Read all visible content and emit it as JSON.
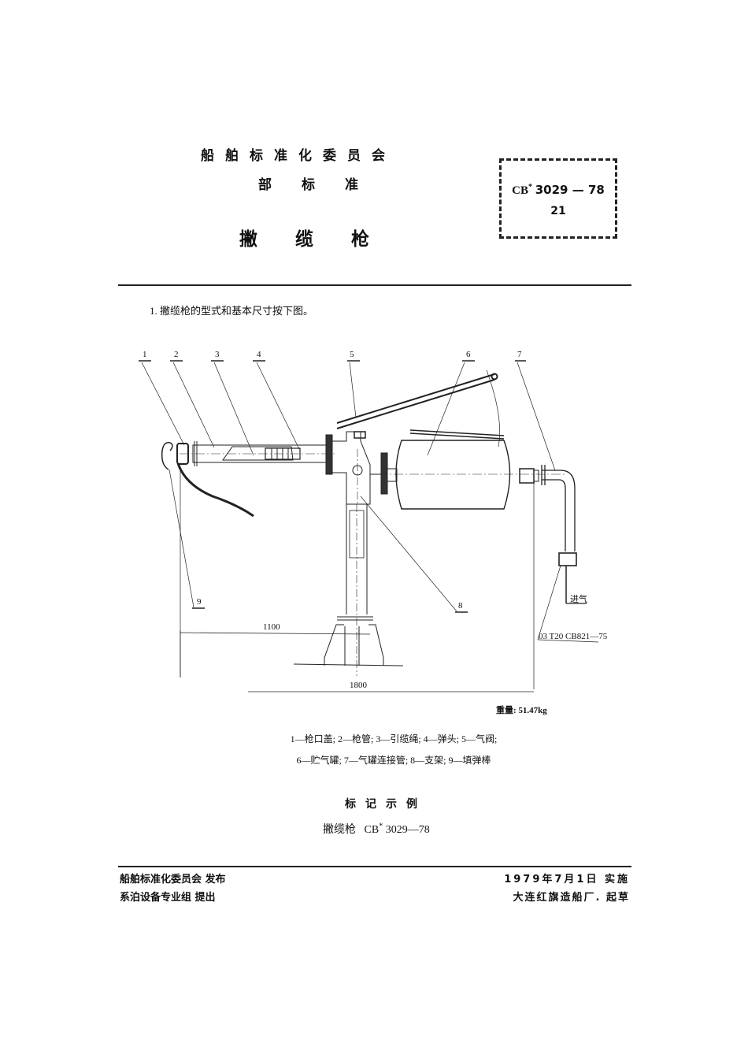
{
  "header": {
    "organization": "船舶标准化委员会",
    "standard_level": "部标准",
    "title": "撇缆枪"
  },
  "standard_box": {
    "code_prefix": "CB",
    "code_mark": "*",
    "code_number": "3029 — 78",
    "page_number": "21"
  },
  "body": {
    "clause_1": "1. 撇缆枪的型式和基本尺寸按下图。"
  },
  "drawing": {
    "part_labels": [
      "1",
      "2",
      "3",
      "4",
      "5",
      "6",
      "7",
      "8",
      "9"
    ],
    "dimension_1100": "1100",
    "dimension_1800": "1800",
    "air_inlet_label": "进气",
    "fitting_spec": "03 T20  CB821—75",
    "weight": "重量: 51.47kg"
  },
  "legend": {
    "line1": "1—枪口盖;  2—枪管;   3—引缆绳;  4—弹头;   5—气阀;",
    "line2": "6—贮气罐;  7—气罐连接管;  8—支架;  9—填弹棒"
  },
  "marking": {
    "title": "标记示例",
    "example_name": "撇缆枪",
    "example_code_prefix": "CB",
    "example_code_mark": "*",
    "example_code_number": "3029—78"
  },
  "footer": {
    "issued_by": "船舶标准化委员会  发布",
    "proposed_by": "系泊设备专业组  提出",
    "effective_date": "1979年7月1日  实施",
    "drafted_by": "大连红旗造船厂. 起草"
  }
}
